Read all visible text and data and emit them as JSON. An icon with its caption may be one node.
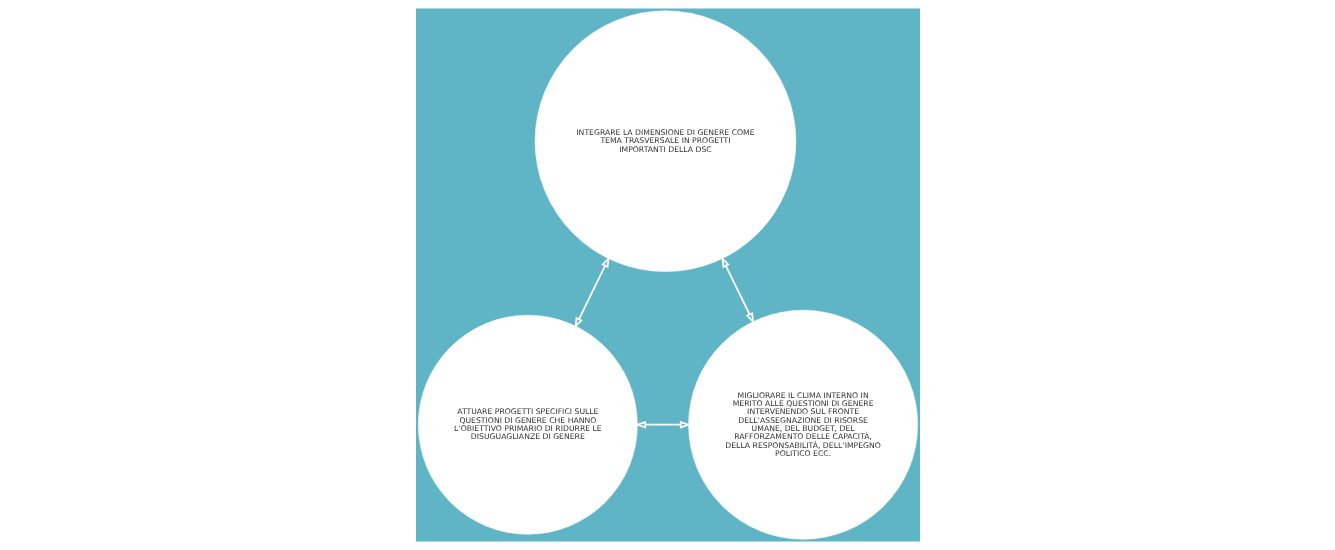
{
  "diagram": {
    "nodes": [
      {
        "text": [
          "INTEGRARE LA DIMENSIONE DI GENERE COME TEMA TRASVERSALE IN PROGETTI IMPORTANTI DELLA DSC"
        ]
      },
      {
        "text": [
          "MIGLIORARE IL CLIMA INTERNO IN MERITO ALLE QUESTIONI DI GENERE INTERVENENDO SUL FRONTE DELL’ASSEGNAZIONE DI RISORSE UMANE, DEL BUDGET, DEL RAFFORZAMENTO DELLE CAPACITÀ, DELLA RESPONSABILITÀ, DELL’IMPEGNO POLITICO ECC."
        ]
      },
      {
        "text": [
          "ATTUARE PROGETTI SPECIFICI SULLE QUESTIONI DI GENERE CHE HANNO L’OBIETTIVO PRIMARIO DI RIDURRE LE DISUGUAGLIANZE DI GENERE"
        ]
      }
    ],
    "edges": [
      {
        "from": 1,
        "to": 0,
        "arrow": "both"
      },
      {
        "from": 0,
        "to": 2,
        "arrow": "both"
      },
      {
        "from": 1,
        "to": 2,
        "arrow": "both"
      }
    ]
  }
}
